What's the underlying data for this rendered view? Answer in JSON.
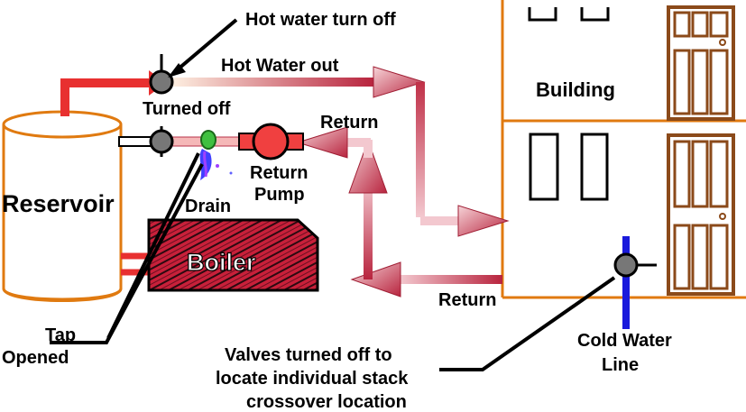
{
  "labels": {
    "hot_water_turn_off": "Hot water turn off",
    "hot_water_out": "Hot Water out",
    "turned_off": "Turned off",
    "return_top": "Return",
    "return_bottom": "Return",
    "building": "Building",
    "reservoir": "Reservoir",
    "boiler": "Boiler",
    "drain": "Drain",
    "return_pump_line1": "Return",
    "return_pump_line2": "Pump",
    "tap_line1": "Tap",
    "tap_line2": "Opened",
    "cold_water_line1": "Cold Water",
    "cold_water_line2": "Line",
    "valves_line1": "Valves turned off to",
    "valves_line2": "locate individual stack",
    "valves_line3": "crossover location"
  },
  "colors": {
    "hot_pipe": "#e83030",
    "return_pipe": "#b8324a",
    "reservoir_outline": "#e07a10",
    "boiler_fill": "#c8203a",
    "building_outline": "#e07a10",
    "door": "#8b4a1a",
    "cold_water": "#1a1adc",
    "pump": "#f04040",
    "drain_valve": "#40c040"
  }
}
